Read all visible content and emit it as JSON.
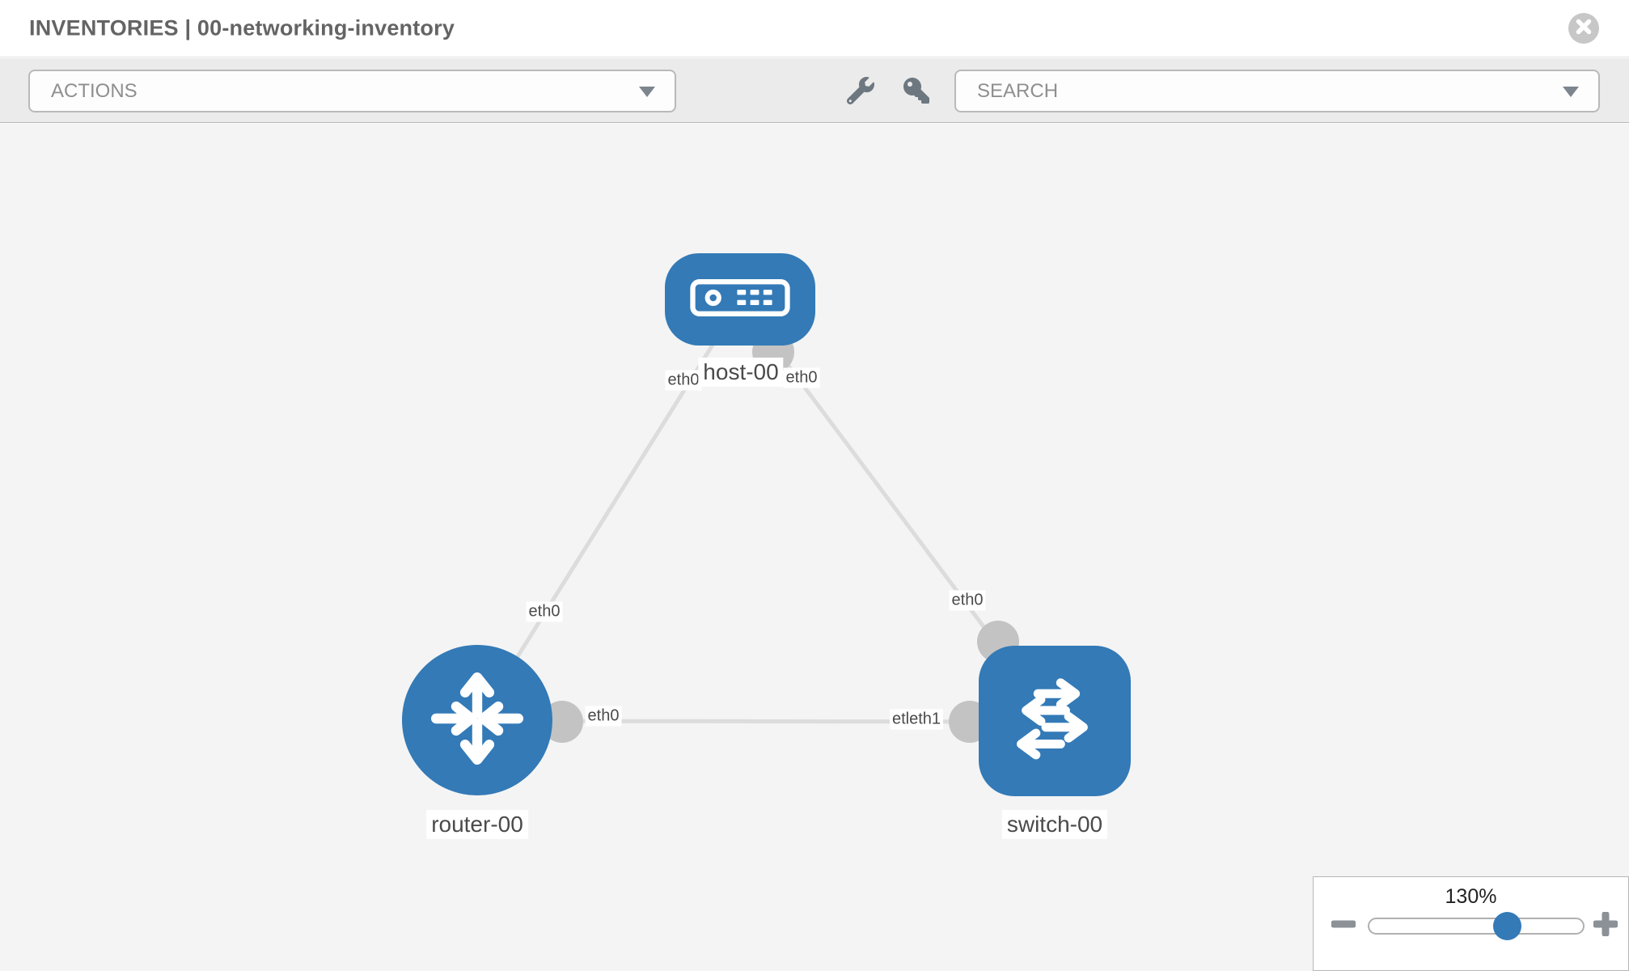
{
  "header": {
    "title": "INVENTORIES | 00-networking-inventory"
  },
  "toolbar": {
    "actions_label": "ACTIONS",
    "search_placeholder": "SEARCH",
    "icons": [
      "wrench-icon",
      "key-icon"
    ]
  },
  "topology": {
    "node_labels": {
      "host": "host-00",
      "router": "router-00",
      "switch": "switch-00"
    },
    "port_labels": {
      "host_left": "eth0",
      "host_right": "eth0",
      "router_top": "eth0",
      "router_right": "eth0",
      "switch_top": "eth0",
      "switch_left": "etleth1"
    },
    "links": [
      {
        "from": "host-00",
        "to": "router-00"
      },
      {
        "from": "host-00",
        "to": "switch-00"
      },
      {
        "from": "router-00",
        "to": "switch-00"
      }
    ]
  },
  "zoom_control": {
    "level": "130%",
    "percent": 130
  },
  "colors": {
    "node_blue": "#337ab7",
    "link_gray": "#dcdcdc",
    "port_gray": "#c3c3c3",
    "toolbar_bg": "#ebebeb",
    "canvas_bg": "#f4f4f4",
    "label_text": "#4a4a4a"
  }
}
